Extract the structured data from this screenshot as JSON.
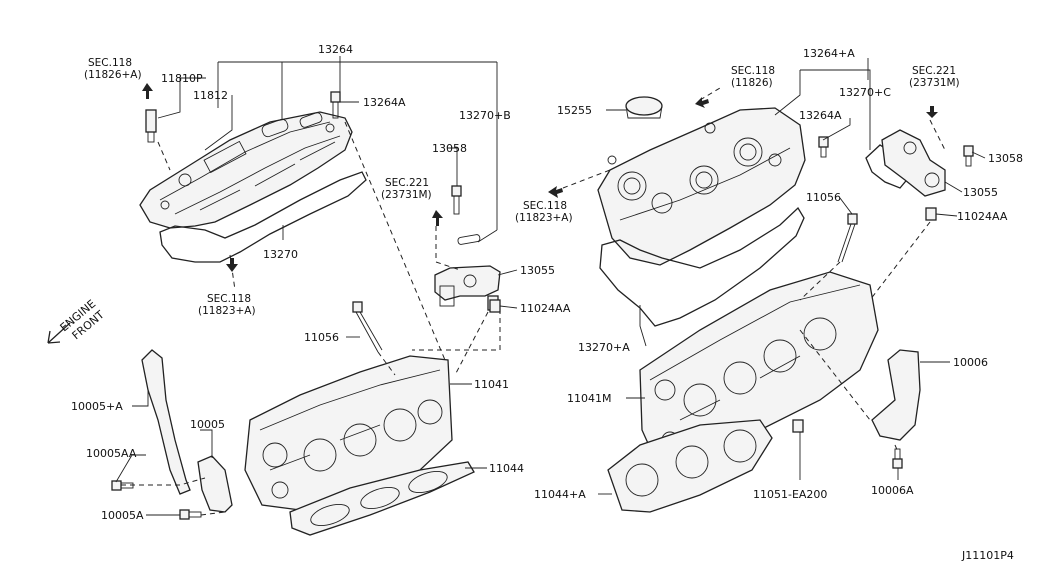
{
  "diagram_id": "J11101P4",
  "direction_label": {
    "line1": "ENGINE",
    "line2": "FRONT"
  },
  "parts": {
    "p13264": "13264",
    "p13264A_plus": "13264+A",
    "p11810P": "11810P",
    "p11812": "11812",
    "p13264A_left": "13264A",
    "p13264A_right": "13264A",
    "p13270B": "13270+B",
    "p13270C": "13270+C",
    "p13270": "13270",
    "p13270A": "13270+A",
    "p13058_left": "13058",
    "p13058_right": "13058",
    "p13055_left": "13055",
    "p13055_right": "13055",
    "p11024AA_left": "11024AA",
    "p11024AA_right": "11024AA",
    "p11056_left": "11056",
    "p11056_right": "11056",
    "p11041": "11041",
    "p11041M": "11041M",
    "p11044": "11044",
    "p11044A": "11044+A",
    "p10005A_plus": "10005+A",
    "p10005": "10005",
    "p10005AA": "10005AA",
    "p10005A": "10005A",
    "p10006": "10006",
    "p10006A": "10006A",
    "p11051": "11051-EA200",
    "p15255": "15255"
  },
  "refs": {
    "sec118_a": {
      "line1": "SEC.118",
      "line2": "(11826+A)"
    },
    "sec118_b": {
      "line1": "SEC.118",
      "line2": "(11823+A)"
    },
    "sec221_a": {
      "line1": "SEC.221",
      "line2": "(23731M)"
    },
    "sec118_c": {
      "line1": "SEC.118",
      "line2": "(11826)"
    },
    "sec118_d": {
      "line1": "SEC.118",
      "line2": "(11823+A)"
    },
    "sec221_b": {
      "line1": "SEC.221",
      "line2": "(23731M)"
    }
  }
}
